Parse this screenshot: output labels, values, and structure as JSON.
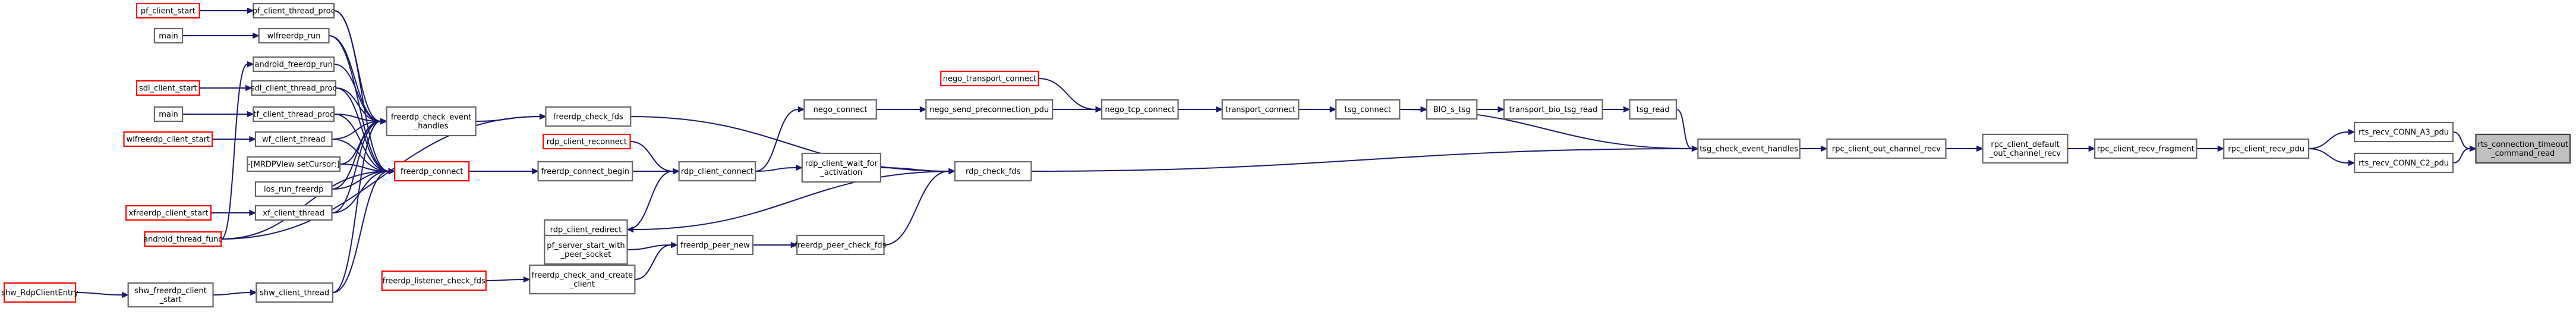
{
  "diagram": {
    "nodes": [
      {
        "id": "pf_client_start",
        "label": [
          "pf_client_start"
        ],
        "style": "red"
      },
      {
        "id": "pf_client_thread_proc",
        "label": [
          "pf_client_thread_proc"
        ],
        "style": "normal"
      },
      {
        "id": "main1",
        "label": [
          "main"
        ],
        "style": "normal"
      },
      {
        "id": "wlfreerdp_run",
        "label": [
          "wlfreerdp_run"
        ],
        "style": "normal"
      },
      {
        "id": "android_freerdp_run",
        "label": [
          "android_freerdp_run"
        ],
        "style": "normal"
      },
      {
        "id": "sdl_client_start",
        "label": [
          "sdl_client_start"
        ],
        "style": "red"
      },
      {
        "id": "sdl_client_thread_proc",
        "label": [
          "sdl_client_thread_proc"
        ],
        "style": "normal"
      },
      {
        "id": "main2",
        "label": [
          "main"
        ],
        "style": "normal"
      },
      {
        "id": "tf_client_thread_proc",
        "label": [
          "tf_client_thread_proc"
        ],
        "style": "normal"
      },
      {
        "id": "wlfreerdp_client_start",
        "label": [
          "wlfreerdp_client_start"
        ],
        "style": "red"
      },
      {
        "id": "wf_client_thread",
        "label": [
          "wf_client_thread"
        ],
        "style": "normal"
      },
      {
        "id": "mrdpview",
        "label": [
          "-[MRDPView setCursor:]"
        ],
        "style": "normal"
      },
      {
        "id": "ios_run_freerdp",
        "label": [
          "ios_run_freerdp"
        ],
        "style": "normal"
      },
      {
        "id": "xfreerdp_client_start",
        "label": [
          "xfreerdp_client_start"
        ],
        "style": "red"
      },
      {
        "id": "xf_client_thread",
        "label": [
          "xf_client_thread"
        ],
        "style": "normal"
      },
      {
        "id": "android_thread_func",
        "label": [
          "android_thread_func"
        ],
        "style": "red"
      },
      {
        "id": "shw_rdpcliententry",
        "label": [
          "shw_RdpClientEntry"
        ],
        "style": "red"
      },
      {
        "id": "shw_freerdp_client_start",
        "label": [
          "shw_freerdp_client",
          "_start"
        ],
        "style": "normal"
      },
      {
        "id": "shw_client_thread",
        "label": [
          "shw_client_thread"
        ],
        "style": "normal"
      },
      {
        "id": "freerdp_check_event_handles",
        "label": [
          "freerdp_check_event",
          "_handles"
        ],
        "style": "normal"
      },
      {
        "id": "freerdp_connect",
        "label": [
          "freerdp_connect"
        ],
        "style": "red"
      },
      {
        "id": "freerdp_check_fds",
        "label": [
          "freerdp_check_fds"
        ],
        "style": "normal"
      },
      {
        "id": "rdp_client_reconnect",
        "label": [
          "rdp_client_reconnect"
        ],
        "style": "red"
      },
      {
        "id": "freerdp_connect_begin",
        "label": [
          "freerdp_connect_begin"
        ],
        "style": "normal"
      },
      {
        "id": "rdp_client_redirect",
        "label": [
          "rdp_client_redirect"
        ],
        "style": "normal"
      },
      {
        "id": "pf_server_start_with_peer_socket",
        "label": [
          "pf_server_start_with",
          "_peer_socket"
        ],
        "style": "normal"
      },
      {
        "id": "freerdp_listener_check_fds",
        "label": [
          "freerdp_listener_check_fds"
        ],
        "style": "red"
      },
      {
        "id": "freerdp_check_and_create_client",
        "label": [
          "freerdp_check_and_create",
          "_client"
        ],
        "style": "normal"
      },
      {
        "id": "freerdp_peer_new",
        "label": [
          "freerdp_peer_new"
        ],
        "style": "normal"
      },
      {
        "id": "rdp_client_connect",
        "label": [
          "rdp_client_connect"
        ],
        "style": "normal"
      },
      {
        "id": "nego_connect",
        "label": [
          "nego_connect"
        ],
        "style": "normal"
      },
      {
        "id": "nego_transport_connect",
        "label": [
          "nego_transport_connect"
        ],
        "style": "red"
      },
      {
        "id": "nego_send_preconnection_pdu",
        "label": [
          "nego_send_preconnection_pdu"
        ],
        "style": "normal"
      },
      {
        "id": "rdp_client_wait_for_activation",
        "label": [
          "rdp_client_wait_for",
          "_activation"
        ],
        "style": "normal"
      },
      {
        "id": "freerdp_peer_check_fds",
        "label": [
          "freerdp_peer_check_fds"
        ],
        "style": "normal"
      },
      {
        "id": "rdp_check_fds",
        "label": [
          "rdp_check_fds"
        ],
        "style": "normal"
      },
      {
        "id": "nego_tcp_connect",
        "label": [
          "nego_tcp_connect"
        ],
        "style": "normal"
      },
      {
        "id": "transport_connect",
        "label": [
          "transport_connect"
        ],
        "style": "normal"
      },
      {
        "id": "tsg_connect",
        "label": [
          "tsg_connect"
        ],
        "style": "normal"
      },
      {
        "id": "bio_s_tsg",
        "label": [
          "BIO_s_tsg"
        ],
        "style": "normal"
      },
      {
        "id": "transport_bio_tsg_read",
        "label": [
          "transport_bio_tsg_read"
        ],
        "style": "normal"
      },
      {
        "id": "tsg_read",
        "label": [
          "tsg_read"
        ],
        "style": "normal"
      },
      {
        "id": "tsg_check_event_handles",
        "label": [
          "tsg_check_event_handles"
        ],
        "style": "normal"
      },
      {
        "id": "rpc_client_out_channel_recv",
        "label": [
          "rpc_client_out_channel_recv"
        ],
        "style": "normal"
      },
      {
        "id": "rpc_client_default_out_channel_recv",
        "label": [
          "rpc_client_default",
          "_out_channel_recv"
        ],
        "style": "normal"
      },
      {
        "id": "rpc_client_recv_fragment",
        "label": [
          "rpc_client_recv_fragment"
        ],
        "style": "normal"
      },
      {
        "id": "rpc_client_recv_pdu",
        "label": [
          "rpc_client_recv_pdu"
        ],
        "style": "normal"
      },
      {
        "id": "rts_recv_conn_a3_pdu",
        "label": [
          "rts_recv_CONN_A3_pdu"
        ],
        "style": "normal"
      },
      {
        "id": "rts_recv_conn_c2_pdu",
        "label": [
          "rts_recv_CONN_C2_pdu"
        ],
        "style": "normal"
      },
      {
        "id": "rts_connection_timeout_command_read",
        "label": [
          "rts_connection_timeout",
          "_command_read"
        ],
        "style": "focus"
      }
    ],
    "edges": [
      {
        "from": "pf_client_start",
        "to": "pf_client_thread_proc"
      },
      {
        "from": "main1",
        "to": "wlfreerdp_run"
      },
      {
        "from": "sdl_client_start",
        "to": "sdl_client_thread_proc"
      },
      {
        "from": "main2",
        "to": "tf_client_thread_proc"
      },
      {
        "from": "wlfreerdp_client_start",
        "to": "wf_client_thread"
      },
      {
        "from": "xfreerdp_client_start",
        "to": "xf_client_thread"
      },
      {
        "from": "shw_rdpcliententry",
        "to": "shw_freerdp_client_start"
      },
      {
        "from": "shw_freerdp_client_start",
        "to": "shw_client_thread"
      },
      {
        "from": "pf_client_thread_proc",
        "to": "freerdp_check_event_handles"
      },
      {
        "from": "wlfreerdp_run",
        "to": "freerdp_check_event_handles"
      },
      {
        "from": "android_freerdp_run",
        "to": "freerdp_check_event_handles"
      },
      {
        "from": "sdl_client_thread_proc",
        "to": "freerdp_check_event_handles"
      },
      {
        "from": "tf_client_thread_proc",
        "to": "freerdp_check_event_handles"
      },
      {
        "from": "wf_client_thread",
        "to": "freerdp_check_event_handles"
      },
      {
        "from": "mrdpview",
        "to": "freerdp_check_event_handles"
      },
      {
        "from": "ios_run_freerdp",
        "to": "freerdp_check_event_handles"
      },
      {
        "from": "xf_client_thread",
        "to": "freerdp_check_event_handles"
      },
      {
        "from": "shw_client_thread",
        "to": "freerdp_check_event_handles"
      },
      {
        "from": "android_thread_func",
        "to": "android_freerdp_run"
      },
      {
        "from": "pf_client_thread_proc",
        "to": "freerdp_connect"
      },
      {
        "from": "wlfreerdp_run",
        "to": "freerdp_connect"
      },
      {
        "from": "sdl_client_thread_proc",
        "to": "freerdp_connect"
      },
      {
        "from": "tf_client_thread_proc",
        "to": "freerdp_connect"
      },
      {
        "from": "wf_client_thread",
        "to": "freerdp_connect"
      },
      {
        "from": "mrdpview",
        "to": "freerdp_connect"
      },
      {
        "from": "ios_run_freerdp",
        "to": "freerdp_connect"
      },
      {
        "from": "xf_client_thread",
        "to": "freerdp_connect"
      },
      {
        "from": "shw_client_thread",
        "to": "freerdp_connect"
      },
      {
        "from": "android_thread_func",
        "to": "freerdp_connect"
      },
      {
        "from": "freerdp_check_event_handles",
        "to": "freerdp_check_fds"
      },
      {
        "from": "android_thread_func",
        "to": "freerdp_check_fds"
      },
      {
        "from": "freerdp_connect",
        "to": "freerdp_connect_begin"
      },
      {
        "from": "freerdp_connect_begin",
        "to": "rdp_client_connect"
      },
      {
        "from": "rdp_client_reconnect",
        "to": "rdp_client_connect"
      },
      {
        "from": "rdp_client_redirect",
        "to": "rdp_client_connect"
      },
      {
        "from": "rdp_client_connect",
        "to": "nego_connect"
      },
      {
        "from": "rdp_client_connect",
        "to": "rdp_client_wait_for_activation"
      },
      {
        "from": "nego_connect",
        "to": "nego_send_preconnection_pdu"
      },
      {
        "from": "nego_connect",
        "to": "nego_tcp_connect"
      },
      {
        "from": "nego_transport_connect",
        "to": "nego_tcp_connect"
      },
      {
        "from": "nego_send_preconnection_pdu",
        "to": "nego_tcp_connect"
      },
      {
        "from": "nego_tcp_connect",
        "to": "transport_connect"
      },
      {
        "from": "transport_connect",
        "to": "tsg_connect"
      },
      {
        "from": "tsg_connect",
        "to": "bio_s_tsg"
      },
      {
        "from": "bio_s_tsg",
        "to": "transport_bio_tsg_read"
      },
      {
        "from": "transport_bio_tsg_read",
        "to": "tsg_read"
      },
      {
        "from": "tsg_read",
        "to": "tsg_check_event_handles"
      },
      {
        "from": "tsg_connect",
        "to": "tsg_check_event_handles"
      },
      {
        "from": "freerdp_check_fds",
        "to": "rdp_check_fds"
      },
      {
        "from": "rdp_client_wait_for_activation",
        "to": "rdp_check_fds"
      },
      {
        "from": "freerdp_peer_check_fds",
        "to": "rdp_check_fds"
      },
      {
        "from": "rdp_check_fds",
        "to": "rdp_client_redirect"
      },
      {
        "from": "rdp_check_fds",
        "to": "tsg_check_event_handles"
      },
      {
        "from": "freerdp_peer_new",
        "to": "freerdp_peer_check_fds"
      },
      {
        "from": "pf_server_start_with_peer_socket",
        "to": "freerdp_peer_new"
      },
      {
        "from": "freerdp_check_and_create_client",
        "to": "freerdp_peer_new"
      },
      {
        "from": "freerdp_listener_check_fds",
        "to": "freerdp_check_and_create_client"
      },
      {
        "from": "tsg_check_event_handles",
        "to": "rpc_client_out_channel_recv"
      },
      {
        "from": "rpc_client_out_channel_recv",
        "to": "rpc_client_default_out_channel_recv"
      },
      {
        "from": "rpc_client_default_out_channel_recv",
        "to": "rpc_client_recv_fragment"
      },
      {
        "from": "rpc_client_recv_fragment",
        "to": "rpc_client_recv_pdu"
      },
      {
        "from": "rpc_client_recv_pdu",
        "to": "rts_recv_conn_a3_pdu"
      },
      {
        "from": "rpc_client_recv_pdu",
        "to": "rts_recv_conn_c2_pdu"
      },
      {
        "from": "rts_recv_conn_a3_pdu",
        "to": "rts_connection_timeout_command_read"
      },
      {
        "from": "rts_recv_conn_c2_pdu",
        "to": "rts_connection_timeout_command_read"
      }
    ],
    "colors": {
      "edge": "#191970",
      "node_border": "#666666",
      "external_border": "#ff0000",
      "focus_fill": "#bfbfbf"
    }
  }
}
